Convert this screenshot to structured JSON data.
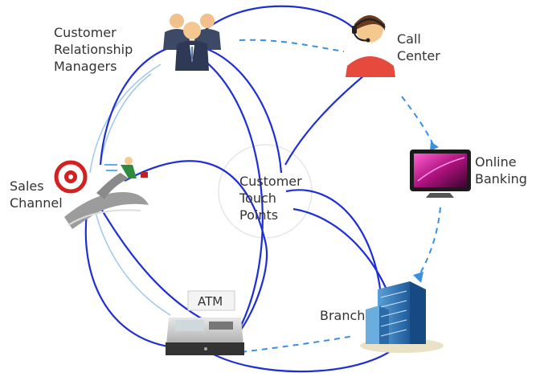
{
  "center": {
    "label": "Customer\nTouch\nPoints"
  },
  "nodes": {
    "crm": {
      "label": "Customer\nRelationship\nManagers",
      "icon": "people-group-icon"
    },
    "call_center": {
      "label": "Call\nCenter",
      "icon": "headset-operator-icon"
    },
    "online_banking": {
      "label": "Online\nBanking",
      "icon": "monitor-icon"
    },
    "branch": {
      "label": "Branch",
      "icon": "office-building-icon"
    },
    "atm": {
      "label": "ATM",
      "icon": "atm-machine-icon"
    },
    "sales_channel": {
      "label": "Sales\nChannel",
      "icon": "target-road-icon"
    }
  },
  "colors": {
    "solid_link": "#1f2fd6",
    "dashed_link": "#3b8fe0",
    "faint_link": "#9cc7ee",
    "center_circle": "#e6e6e6"
  }
}
